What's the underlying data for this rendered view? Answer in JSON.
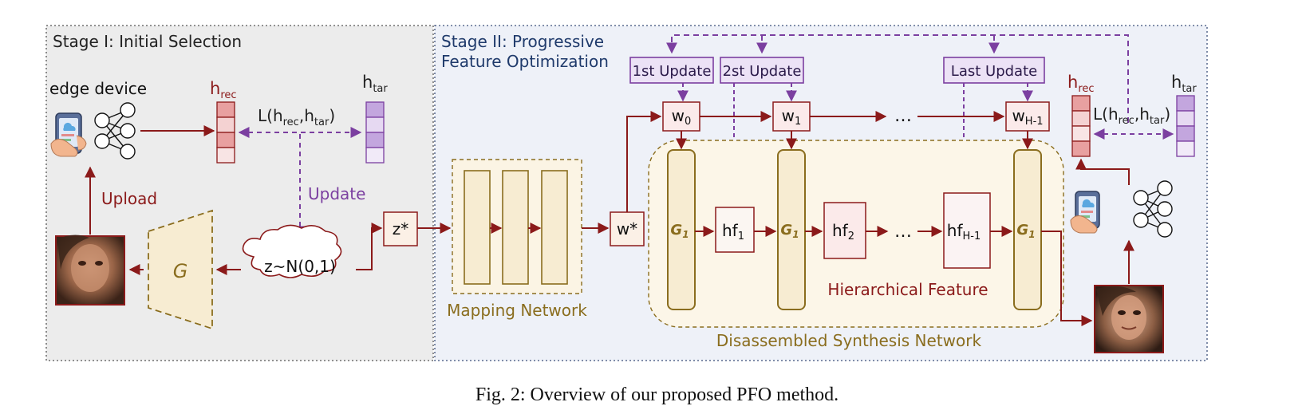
{
  "stage1": {
    "title": "Stage I: Initial Selection",
    "edge_device": "edge device",
    "h_rec": "h",
    "h_rec_sub": "rec",
    "h_tar": "h",
    "h_tar_sub": "tar",
    "loss": {
      "prefix": "L(h",
      "sub1": "rec",
      "mid": ",h",
      "sub2": "tar",
      "suffix": ")"
    },
    "update": "Update",
    "upload": "Upload",
    "generator": "G",
    "latent": "z~N(0,1)",
    "z_star": "z*"
  },
  "stage2": {
    "title_line1": "Stage II: Progressive",
    "title_line2": "Feature Optimization",
    "mapping_network": "Mapping Network",
    "w_star": "w*",
    "updates": [
      "1st Update",
      "2st Update",
      "Last Update"
    ],
    "w0": {
      "base": "w",
      "sub": "0"
    },
    "w1": {
      "base": "w",
      "sub": "1"
    },
    "wH": {
      "base": "w",
      "sub": "H-1"
    },
    "ellipsis": "…",
    "g_block": {
      "base": "G",
      "sub": "1"
    },
    "hf1": {
      "base": "hf",
      "sub": "1"
    },
    "hf2": {
      "base": "hf",
      "sub": "2"
    },
    "hfH": {
      "base": "hf",
      "sub": "H-1"
    },
    "hierarchical_feature": "Hierarchical Feature",
    "disassembled": "Disassembled Synthesis Network",
    "h_rec": "h",
    "h_rec_sub": "rec",
    "h_tar": "h",
    "h_tar_sub": "tar",
    "loss": {
      "prefix": "L(h",
      "sub1": "rec",
      "mid": ",h",
      "sub2": "tar",
      "suffix": ")"
    }
  },
  "caption": "Fig. 2: Overview of our proposed PFO method.",
  "colors": {
    "maroon": "#8b1a1a",
    "purple": "#7b3fa0",
    "gold": "#8a6d1e",
    "gold_fill": "#f7ecd2",
    "stage1_bg": "#ececec",
    "stage2_bg": "#eef1f8",
    "rec_fill": "#e8a0a0",
    "tar_fill": "#c3a6de"
  }
}
